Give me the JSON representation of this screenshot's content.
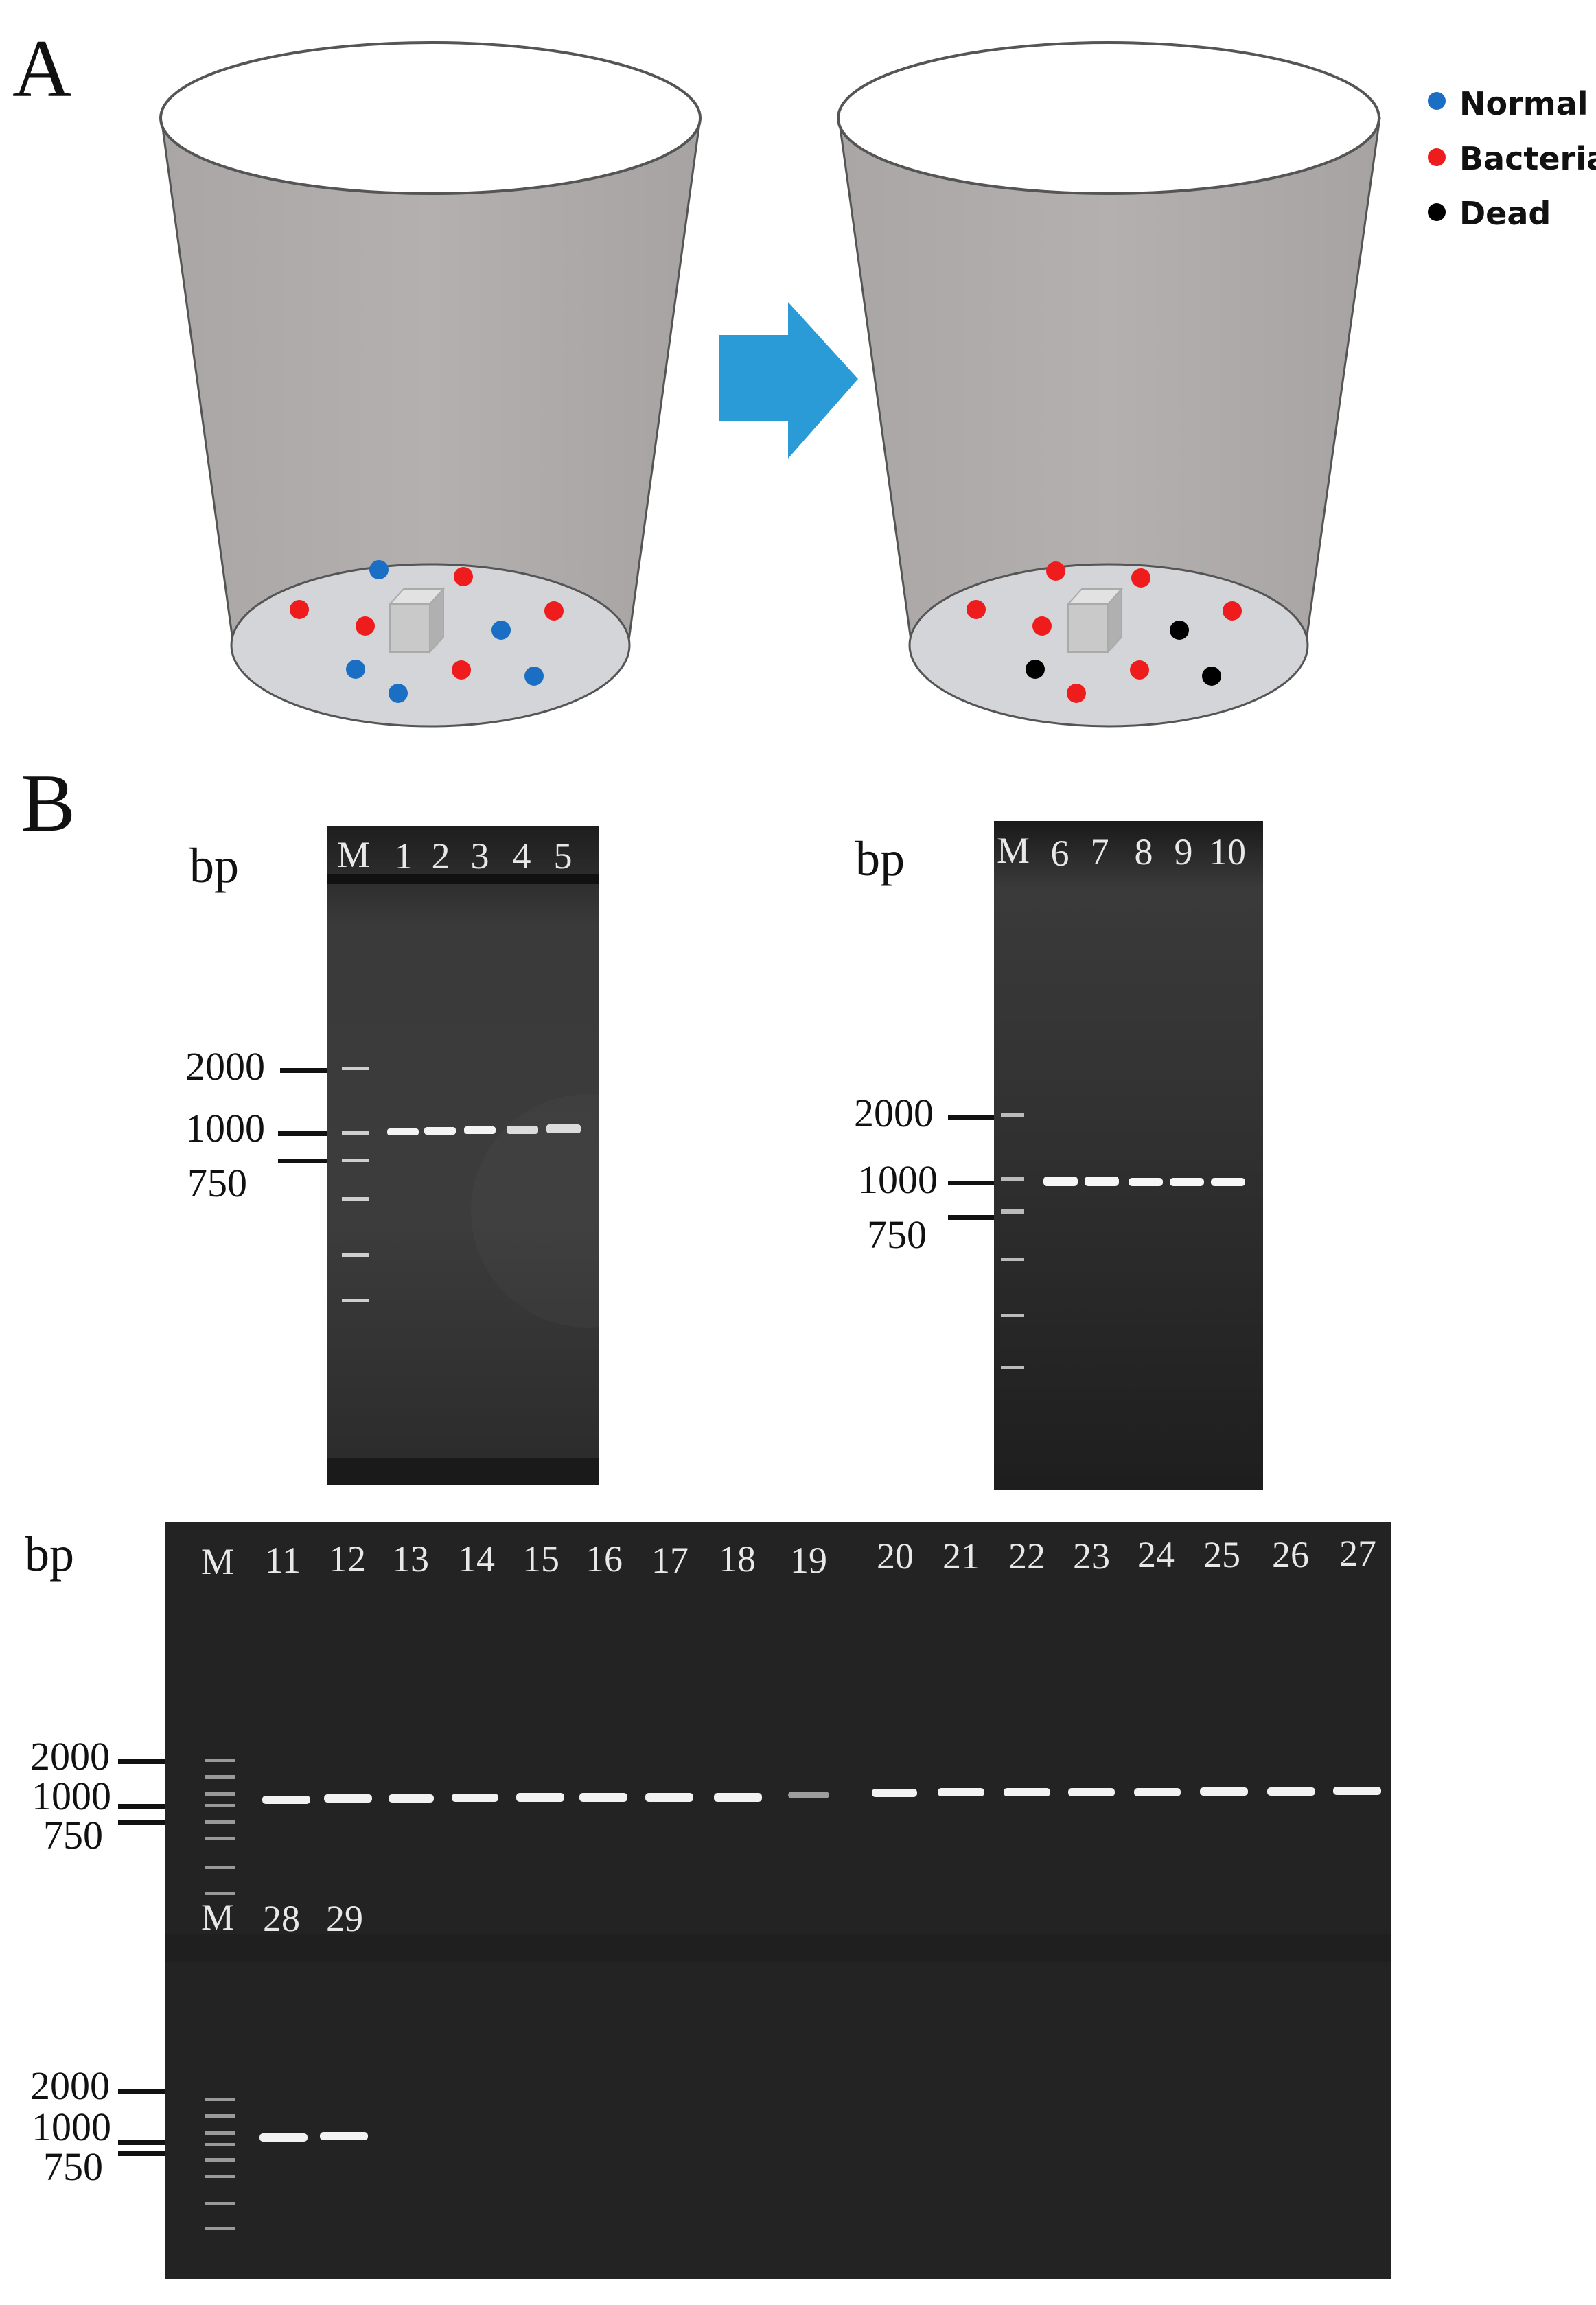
{
  "panel_a": {
    "label": "A",
    "legend": [
      {
        "label": "Normal",
        "color": "#1a6fc4"
      },
      {
        "label": "Bacteria",
        "color": "#ee1c1c"
      },
      {
        "label": "Dead",
        "color": "#000000"
      }
    ],
    "arrow_color": "#2a9bd6"
  },
  "panel_b": {
    "label": "B",
    "bp_label": "bp",
    "marker_lane": "M",
    "markers": [
      "2000",
      "1000",
      "750"
    ],
    "gel1_lanes": [
      "1",
      "2",
      "3",
      "4",
      "5"
    ],
    "gel2_lanes": [
      "6",
      "7",
      "8",
      "9",
      "10"
    ],
    "gel3_top_lanes": [
      "11",
      "12",
      "13",
      "14",
      "15",
      "16",
      "17",
      "18",
      "19",
      "20",
      "21",
      "22",
      "23",
      "24",
      "25",
      "26",
      "27"
    ],
    "gel3_bottom_lanes": [
      "28",
      "29"
    ]
  }
}
